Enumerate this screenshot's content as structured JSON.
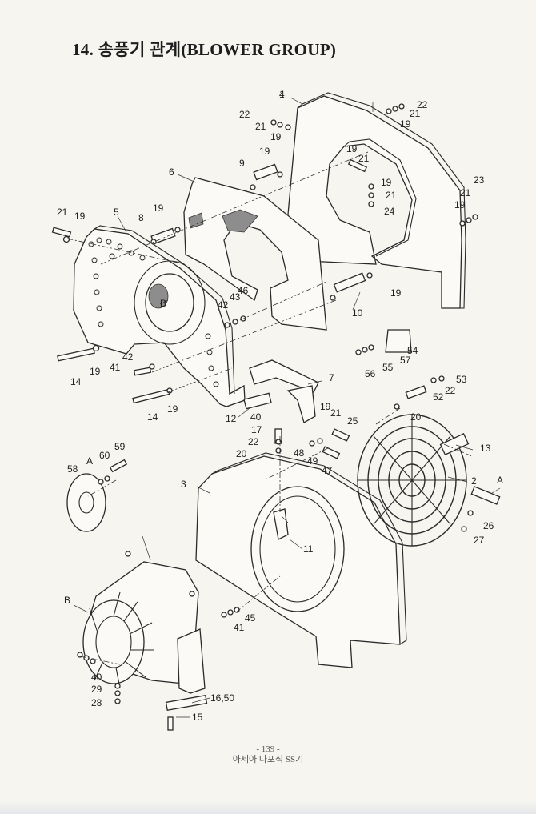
{
  "title": "14. 송풍기 관계(BLOWER GROUP)",
  "page_number": "- 139 -",
  "footer_text": "아세아 나포식 SS기",
  "callouts": [
    "1",
    "2",
    "3",
    "4",
    "5",
    "6",
    "7",
    "8",
    "9",
    "10",
    "11",
    "12",
    "13",
    "14",
    "14",
    "15",
    "16,50",
    "17",
    "19",
    "19",
    "19",
    "19",
    "19",
    "19",
    "19",
    "19",
    "19",
    "19",
    "19",
    "19",
    "20",
    "20",
    "21",
    "21",
    "21",
    "21",
    "21",
    "21",
    "21",
    "22",
    "22",
    "22",
    "22",
    "23",
    "24",
    "25",
    "26",
    "27",
    "28",
    "29",
    "40",
    "40",
    "41",
    "41",
    "42",
    "42",
    "43",
    "45",
    "46",
    "47",
    "48",
    "49",
    "52",
    "53",
    "54",
    "55",
    "56",
    "57",
    "58",
    "59",
    "60",
    "A",
    "A",
    "B",
    "B"
  ]
}
